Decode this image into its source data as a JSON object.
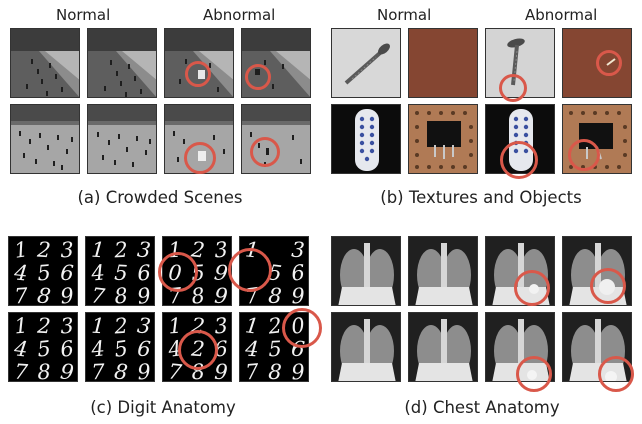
{
  "headers": {
    "left_normal": "Normal",
    "left_abnormal": "Abnormal",
    "right_normal": "Normal",
    "right_abnormal": "Abnormal"
  },
  "captions": {
    "a": "(a) Crowded Scenes",
    "b": "(b) Textures and Objects",
    "c": "(c) Digit Anatomy",
    "d": "(d) Chest Anatomy"
  },
  "digit_grids": [
    [
      "1",
      "2",
      "3",
      "4",
      "5",
      "6",
      "7",
      "8",
      "9"
    ],
    [
      "1",
      "2",
      "3",
      "4",
      "5",
      "6",
      "7",
      "8",
      "9"
    ],
    [
      "1",
      "2",
      "3",
      "0",
      "5",
      "9",
      "7",
      "8",
      "9"
    ],
    [
      "1",
      "",
      "3",
      "",
      "5",
      "6",
      "7",
      "8",
      "9"
    ],
    [
      "1",
      "2",
      "3",
      "4",
      "5",
      "6",
      "7",
      "8",
      "9"
    ],
    [
      "1",
      "2",
      "3",
      "4",
      "5",
      "6",
      "7",
      "8",
      "9"
    ],
    [
      "1",
      "2",
      "3",
      "4",
      "2",
      "6",
      "7",
      "8",
      "9"
    ],
    [
      "1",
      "2",
      "0",
      "4",
      "5",
      "6",
      "7",
      "8",
      "9"
    ]
  ],
  "colors": {
    "anomaly_circle": "#d9584a",
    "texture_brown": "#8a4a36",
    "tile_border": "#333333"
  }
}
